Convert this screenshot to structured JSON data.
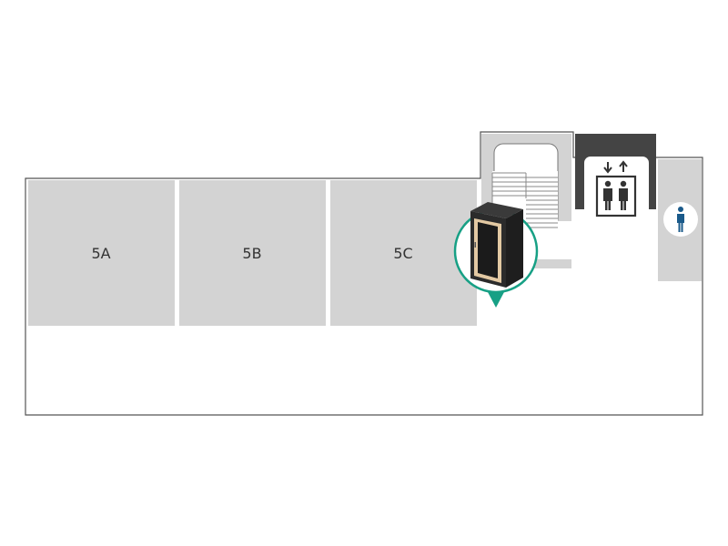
{
  "floor_plan": {
    "rooms": [
      {
        "id": "5A",
        "label": "5A"
      },
      {
        "id": "5B",
        "label": "5B"
      },
      {
        "id": "5C",
        "label": "5C"
      }
    ],
    "markers": {
      "location_pin_icon": "server-rack-icon",
      "elevator_icon": "elevator-icon",
      "restroom_icon": "male-restroom-icon",
      "stairs_icon": "stairs-icon"
    },
    "colors": {
      "room_fill": "#d3d3d3",
      "outline": "#555555",
      "elevator_fill": "#444444",
      "pin_stroke": "#17a085",
      "restroom_figure": "#1a5a8a",
      "rack_body": "#2b2b2b",
      "rack_trim": "#e3c9a3"
    }
  }
}
